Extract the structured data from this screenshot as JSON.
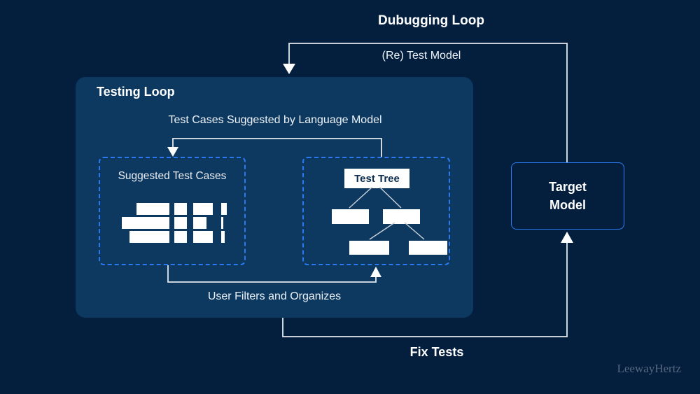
{
  "labels": {
    "title": "Dubugging Loop",
    "retest": "(Re) Test Model",
    "testing_loop": "Testing Loop",
    "suggested_by_lm": "Test Cases Suggested by Language Model",
    "suggested_cases": "Suggested Test Cases",
    "test_tree": "Test Tree",
    "user_filters": "User Filters and Organizes",
    "fix_tests": "Fix Tests",
    "target_lines": [
      "Target",
      "Model"
    ],
    "watermark": "LeewayHertz"
  },
  "colors": {
    "background": "#041F3E",
    "panel": "#0D3960",
    "dashed_border": "#2A79F2",
    "target_border": "#2E7CF6",
    "connector": "#E3E8EE",
    "bar_fill": "#FFFFFF",
    "tree_label_text": "#0B2D50",
    "watermark_text": "#56677F"
  },
  "suggested_bars": {
    "rows": [
      {
        "col1": 47,
        "col2": 18,
        "col3": 28,
        "col4": 8
      },
      {
        "col1": 68,
        "col2": 18,
        "col3": 19,
        "col4": 3
      },
      {
        "col1": 57,
        "col2": 18,
        "col3": 28,
        "col4": 5
      }
    ]
  }
}
